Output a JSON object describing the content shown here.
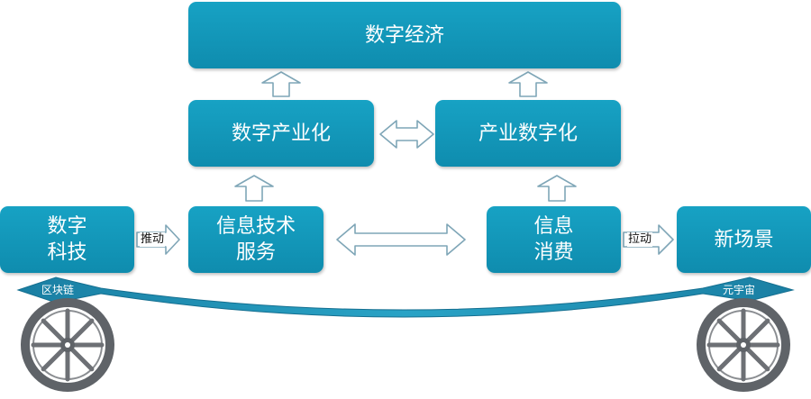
{
  "nodes": {
    "digital_economy": "数字经济",
    "digital_industrialization": "数字产业化",
    "industrial_digitalization": "产业数字化",
    "digital_tech": "数字\n科技",
    "it_services": "信息技术\n服务",
    "info_consumption": "信息\n消费",
    "new_scenarios": "新场景"
  },
  "edges": {
    "push": "推动",
    "pull": "拉动"
  },
  "ribbon": {
    "left_label": "区块链",
    "right_label": "元宇宙"
  },
  "colors": {
    "box": "#1496b8",
    "box_dark": "#0f8cae",
    "arrow_outline": "#7fa6b7",
    "ribbon": "#1f8fb0",
    "wheel": "#6d6d6d"
  },
  "icons": [
    "up-arrow-icon",
    "double-arrow-icon",
    "right-arrow-icon",
    "wheel-icon"
  ]
}
